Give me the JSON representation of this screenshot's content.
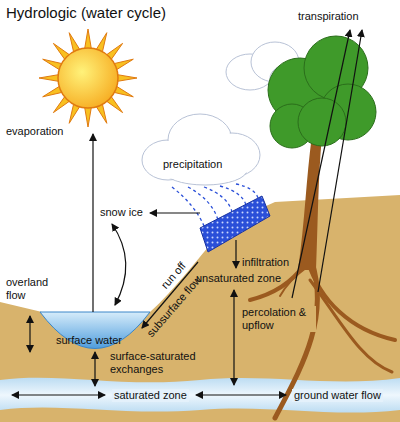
{
  "diagram": {
    "title": "Hydrologic (water cycle)",
    "labels": [
      "evaporation",
      "transpiration",
      "precipitation",
      "snow ice",
      "overland flow",
      "surface water",
      "run off",
      "subsurface flow",
      "infiltration",
      "unsaturated zone",
      "percolation & upflow",
      "surface-saturated exchanges",
      "saturated zone",
      "ground water flow"
    ]
  }
}
